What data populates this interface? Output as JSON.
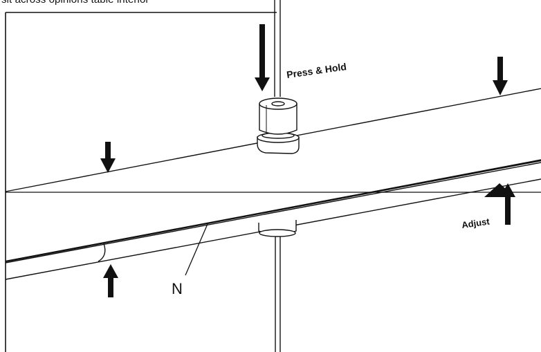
{
  "caption": "sit across opinions table interior",
  "labels": {
    "press_hold": "Press & Hold",
    "adjust": "Adjust",
    "n": "N"
  },
  "colors": {
    "line": "#111111",
    "background": "#ffffff"
  }
}
